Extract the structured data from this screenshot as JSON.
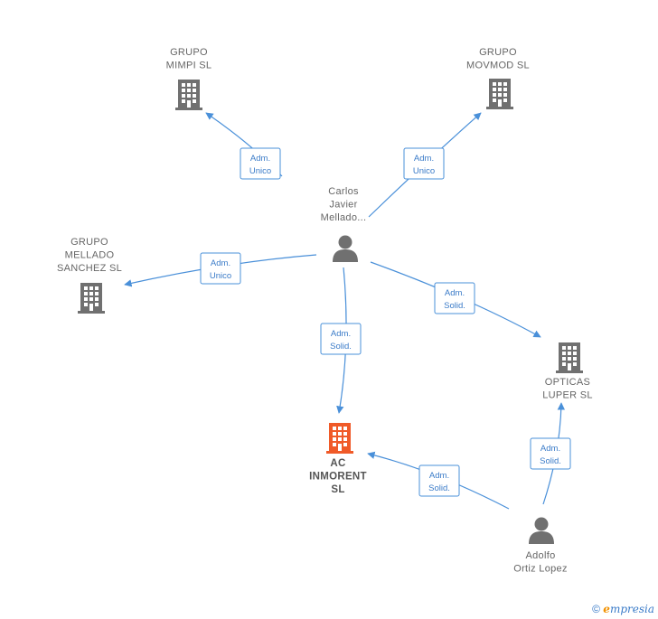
{
  "colors": {
    "edge": "#4a90d9",
    "company": "#707070",
    "company_main": "#f05a28",
    "person": "#707070"
  },
  "nodes": {
    "grupo_mimpi": {
      "type": "company",
      "label": [
        "GRUPO",
        "MIMPI  SL"
      ]
    },
    "grupo_movmod": {
      "type": "company",
      "label": [
        "GRUPO",
        "MOVMOD SL"
      ]
    },
    "grupo_mellado": {
      "type": "company",
      "label": [
        "GRUPO",
        "MELLADO",
        "SANCHEZ  SL"
      ]
    },
    "carlos": {
      "type": "person",
      "label": [
        "Carlos",
        "Javier",
        "Mellado..."
      ]
    },
    "opticas": {
      "type": "company",
      "label": [
        "OPTICAS",
        "LUPER  SL"
      ]
    },
    "ac_inmorent": {
      "type": "company_main",
      "label": [
        "AC",
        "INMORENT",
        "SL"
      ]
    },
    "adolfo": {
      "type": "person",
      "label": [
        "Adolfo",
        "Ortiz Lopez"
      ]
    }
  },
  "edges": [
    {
      "from": "carlos",
      "to": "grupo_mimpi",
      "label": [
        "Adm.",
        "Unico"
      ]
    },
    {
      "from": "carlos",
      "to": "grupo_movmod",
      "label": [
        "Adm.",
        "Unico"
      ]
    },
    {
      "from": "carlos",
      "to": "grupo_mellado",
      "label": [
        "Adm.",
        "Unico"
      ]
    },
    {
      "from": "carlos",
      "to": "ac_inmorent",
      "label": [
        "Adm.",
        "Solid."
      ]
    },
    {
      "from": "carlos",
      "to": "opticas",
      "label": [
        "Adm.",
        "Solid."
      ]
    },
    {
      "from": "adolfo",
      "to": "ac_inmorent",
      "label": [
        "Adm.",
        "Solid."
      ]
    },
    {
      "from": "adolfo",
      "to": "opticas",
      "label": [
        "Adm.",
        "Solid."
      ]
    }
  ],
  "watermark": {
    "copyright": "©",
    "brand_first": "e",
    "brand_rest": "mpresia"
  }
}
